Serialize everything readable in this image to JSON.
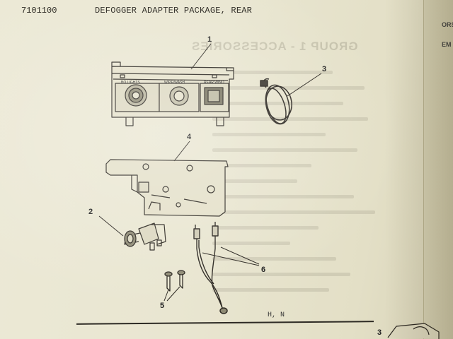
{
  "header": {
    "part_number": "7101100",
    "title": "DEFOGGER ADAPTER PACKAGE, REAR"
  },
  "ghost": {
    "title": "GROUP 1 - ACCESSORIES"
  },
  "panel_labels": {
    "left": "BO LIGHTS",
    "middle": "WIPE/WASH",
    "right": "REAR WIND"
  },
  "callouts": [
    "1",
    "2",
    "3",
    "4",
    "5",
    "6"
  ],
  "footer": {
    "code": "H, N",
    "next_callout": "3"
  },
  "right_edge": {
    "text_top": "ORS",
    "text_mid": "EM"
  }
}
